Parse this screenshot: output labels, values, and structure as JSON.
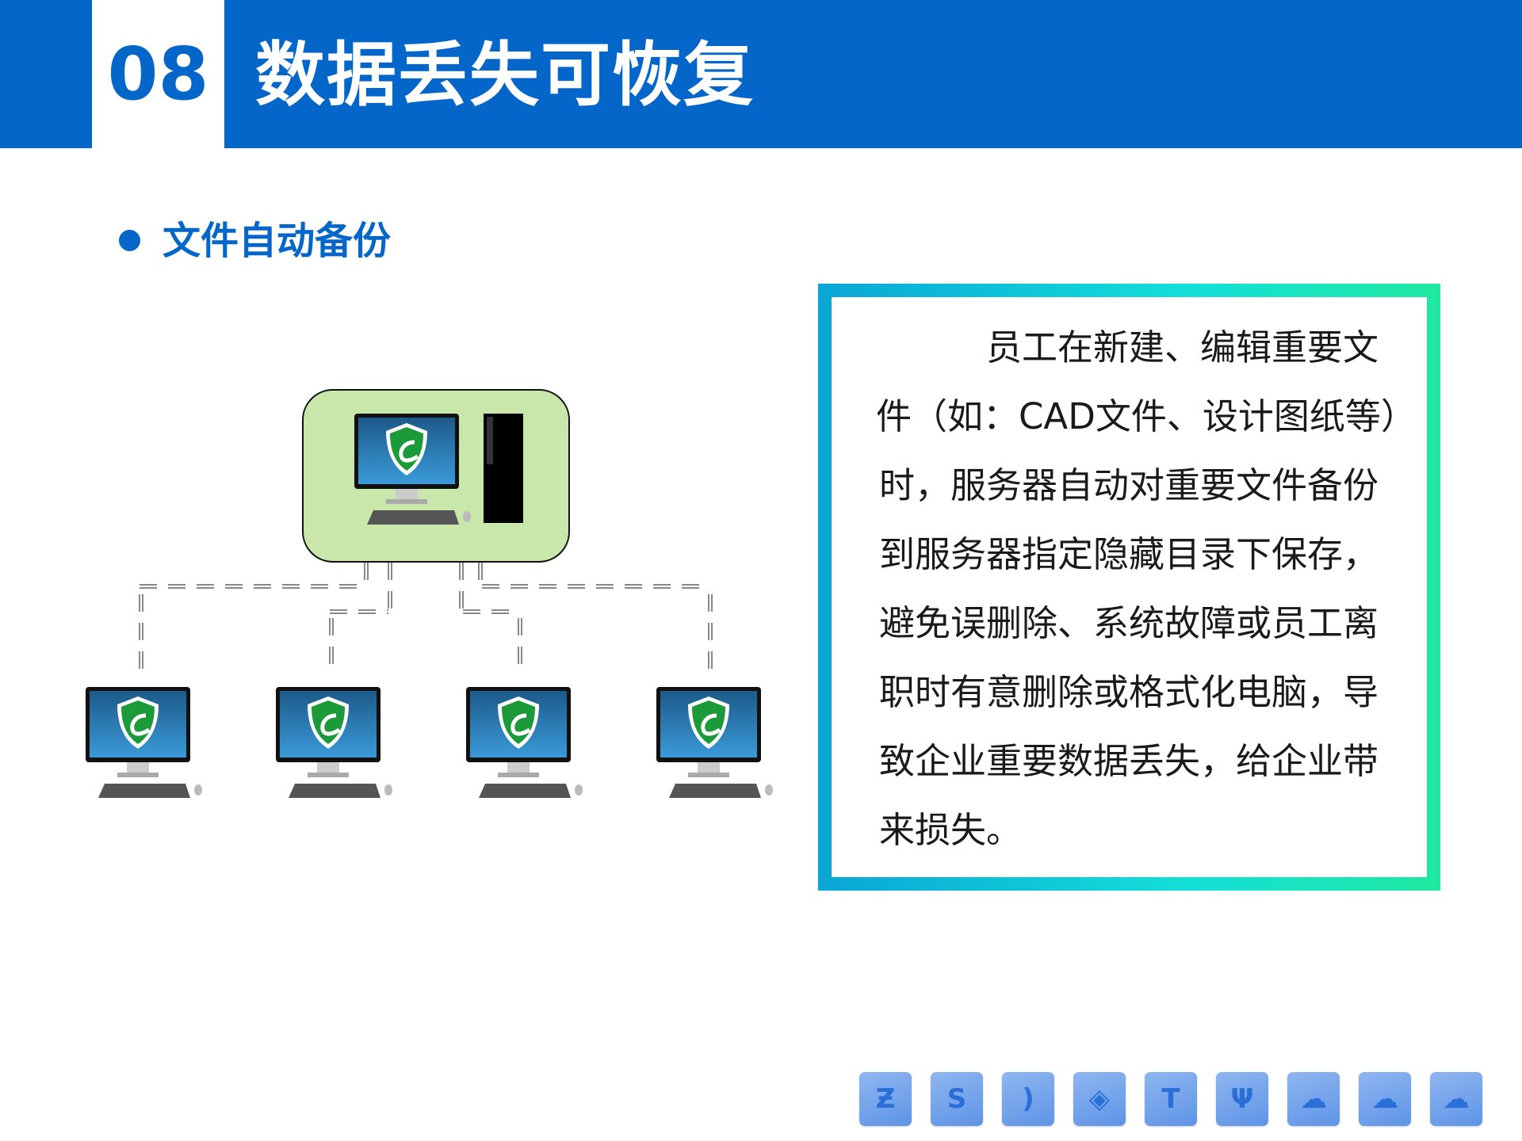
{
  "header": {
    "number": "08",
    "title": "数据丢失可恢复"
  },
  "section": {
    "title": "文件自动备份"
  },
  "description": {
    "lines": [
      "员工在新建、编辑重要文",
      "件（如：CAD文件、设计图纸等）",
      "时，服务器自动对重要文件备份",
      "到服务器指定隐藏目录下保存，",
      "避免误删除、系统故障或员工离",
      "职时有意删除或格式化电脑，导",
      "致企业重要数据丢失，给企业带",
      "来损失。"
    ]
  },
  "icons": [
    {
      "name": "shield-z-icon",
      "glyph": "Ƶ"
    },
    {
      "name": "shield-s-icon",
      "glyph": "S"
    },
    {
      "name": "feather-icon",
      "glyph": ")"
    },
    {
      "name": "shield-orbit-icon",
      "glyph": "◈"
    },
    {
      "name": "t-logo-icon",
      "glyph": "T"
    },
    {
      "name": "shield-usb-icon",
      "glyph": "Ψ"
    },
    {
      "name": "cloud-slash-icon",
      "glyph": "☁"
    },
    {
      "name": "cloud-document-icon",
      "glyph": "☁"
    },
    {
      "name": "cloud-check-icon",
      "glyph": "☁"
    }
  ],
  "colors": {
    "brand": "#0566c9",
    "server_bg": "#c9e7ab"
  }
}
